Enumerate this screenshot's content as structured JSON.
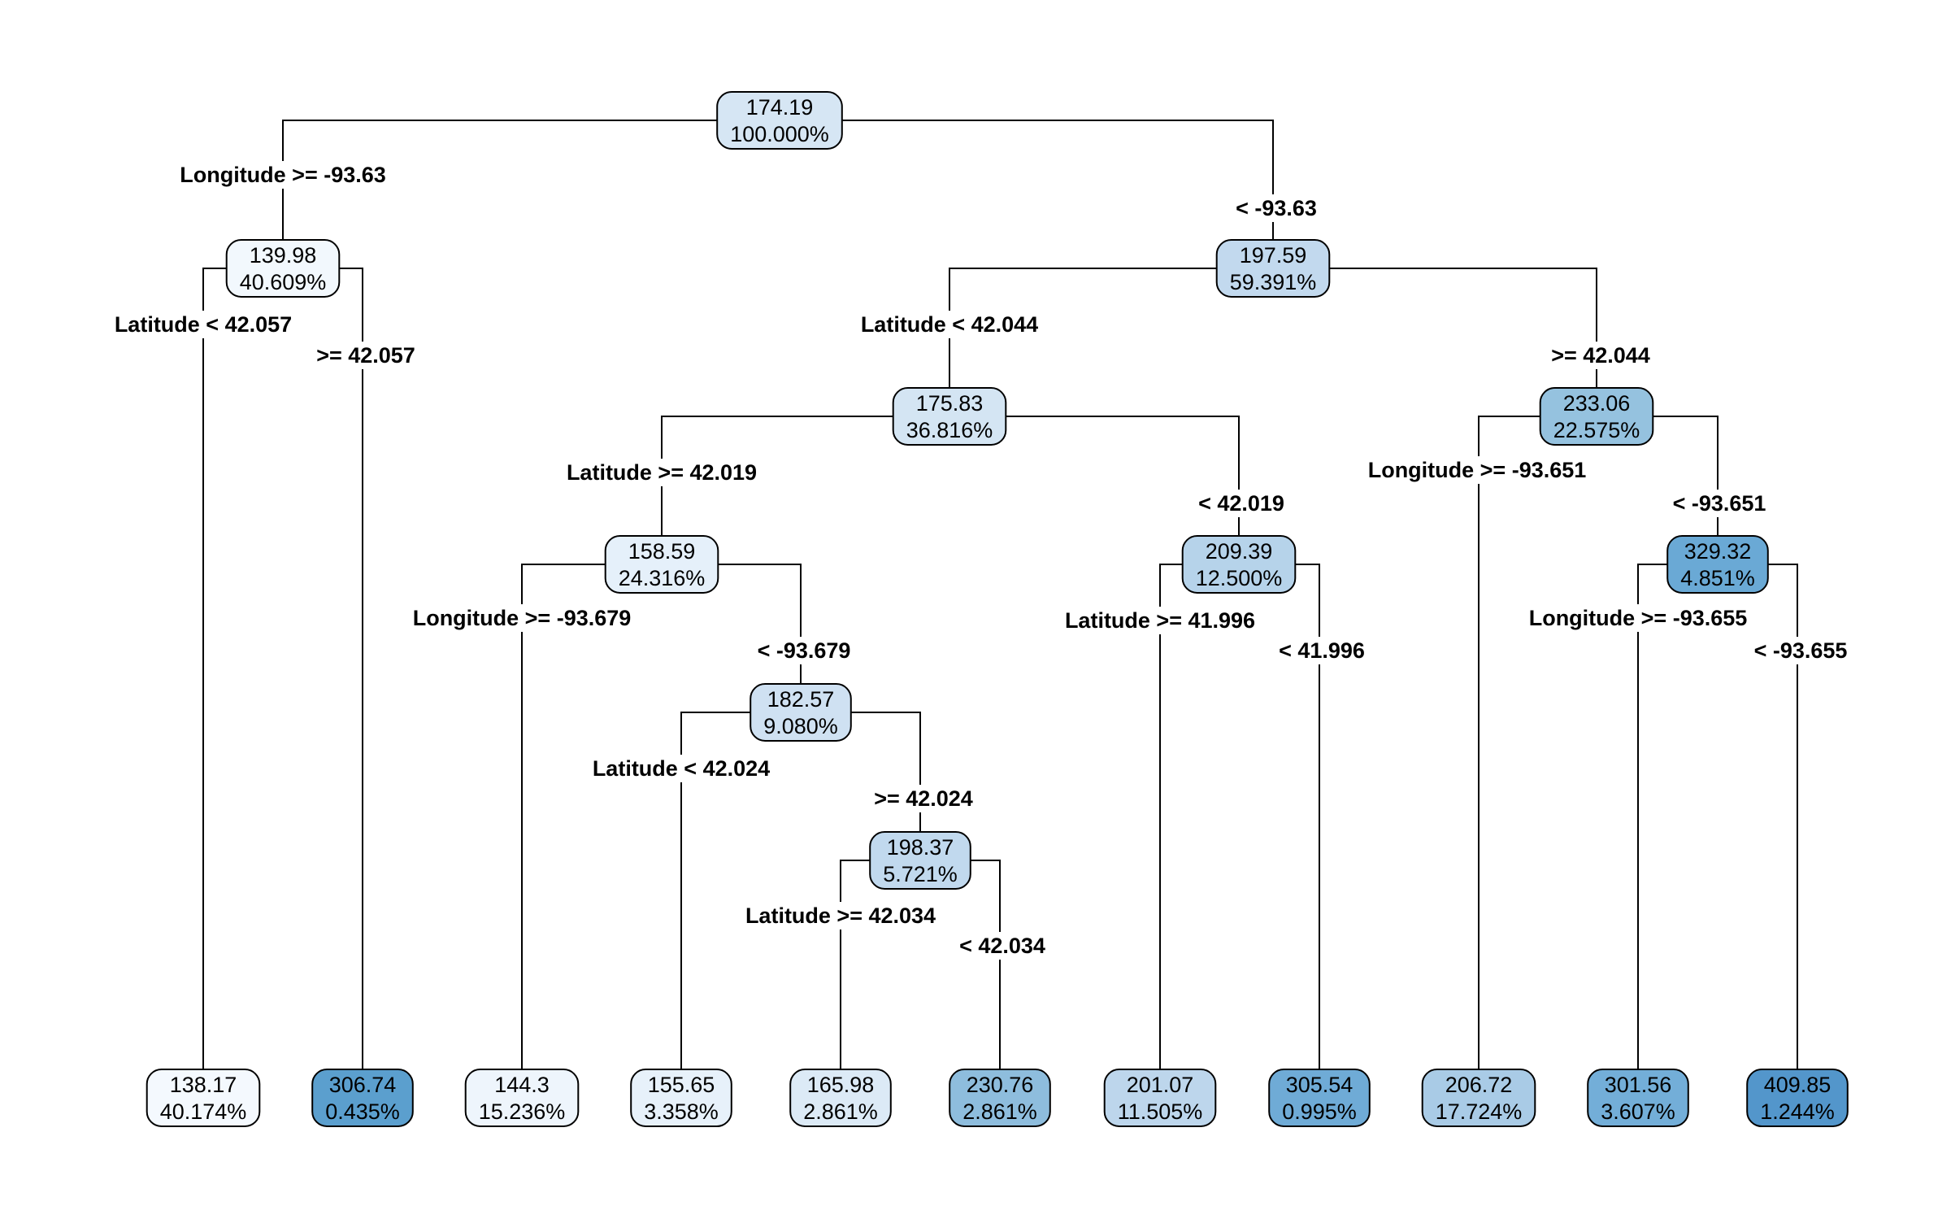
{
  "tree": {
    "nodes": [
      {
        "id": "n0",
        "value": "174.19",
        "percent": "100.000%",
        "color": "#d6e6f4"
      },
      {
        "id": "n1",
        "value": "139.98",
        "percent": "40.609%",
        "color": "#f2f8fd"
      },
      {
        "id": "n2",
        "value": "197.59",
        "percent": "59.391%",
        "color": "#c2d9ee"
      },
      {
        "id": "n3",
        "value": "175.83",
        "percent": "36.816%",
        "color": "#d4e5f3"
      },
      {
        "id": "n4",
        "value": "233.06",
        "percent": "22.575%",
        "color": "#95c2df"
      },
      {
        "id": "n5",
        "value": "158.59",
        "percent": "24.316%",
        "color": "#e5f0fa"
      },
      {
        "id": "n6",
        "value": "209.39",
        "percent": "12.500%",
        "color": "#b6d3ea"
      },
      {
        "id": "n7",
        "value": "329.32",
        "percent": "4.851%",
        "color": "#6aa9d5"
      },
      {
        "id": "n8",
        "value": "182.57",
        "percent": "9.080%",
        "color": "#cfe1f2"
      },
      {
        "id": "n9",
        "value": "198.37",
        "percent": "5.721%",
        "color": "#c1d9ee"
      },
      {
        "id": "l1",
        "value": "138.17",
        "percent": "40.174%",
        "color": "#f4f9fe"
      },
      {
        "id": "l2",
        "value": "306.74",
        "percent": "0.435%",
        "color": "#5b9fce"
      },
      {
        "id": "l3",
        "value": "144.3",
        "percent": "15.236%",
        "color": "#eef5fc"
      },
      {
        "id": "l4",
        "value": "155.65",
        "percent": "3.358%",
        "color": "#e7f1fa"
      },
      {
        "id": "l5",
        "value": "165.98",
        "percent": "2.861%",
        "color": "#dceaf6"
      },
      {
        "id": "l6",
        "value": "230.76",
        "percent": "2.861%",
        "color": "#8ebddd"
      },
      {
        "id": "l7",
        "value": "201.07",
        "percent": "11.505%",
        "color": "#bdd6ec"
      },
      {
        "id": "l8",
        "value": "305.54",
        "percent": "0.995%",
        "color": "#6fabd6"
      },
      {
        "id": "l9",
        "value": "206.72",
        "percent": "17.724%",
        "color": "#a9cbe6"
      },
      {
        "id": "l10",
        "value": "301.56",
        "percent": "3.607%",
        "color": "#73aed8"
      },
      {
        "id": "l11",
        "value": "409.85",
        "percent": "1.244%",
        "color": "#5396cb"
      }
    ],
    "edges": [
      {
        "id": "e1",
        "parent": "n0",
        "child": "n1",
        "label": "Longitude >= -93.63"
      },
      {
        "id": "e2",
        "parent": "n0",
        "child": "n2",
        "label": "< -93.63"
      },
      {
        "id": "e3",
        "parent": "n1",
        "child": "l1",
        "label": "Latitude < 42.057"
      },
      {
        "id": "e4",
        "parent": "n1",
        "child": "l2",
        "label": ">= 42.057"
      },
      {
        "id": "e5",
        "parent": "n2",
        "child": "n3",
        "label": "Latitude < 42.044"
      },
      {
        "id": "e6",
        "parent": "n2",
        "child": "n4",
        "label": ">= 42.044"
      },
      {
        "id": "e7",
        "parent": "n3",
        "child": "n5",
        "label": "Latitude >= 42.019"
      },
      {
        "id": "e8",
        "parent": "n3",
        "child": "n6",
        "label": "< 42.019"
      },
      {
        "id": "e9",
        "parent": "n4",
        "child": "l9",
        "label": "Longitude >= -93.651"
      },
      {
        "id": "e10",
        "parent": "n4",
        "child": "n7",
        "label": "< -93.651"
      },
      {
        "id": "e11",
        "parent": "n5",
        "child": "l3",
        "label": "Longitude >= -93.679"
      },
      {
        "id": "e12",
        "parent": "n5",
        "child": "n8",
        "label": "< -93.679"
      },
      {
        "id": "e13",
        "parent": "n6",
        "child": "l7",
        "label": "Latitude >= 41.996"
      },
      {
        "id": "e14",
        "parent": "n6",
        "child": "l8",
        "label": "< 41.996"
      },
      {
        "id": "e15",
        "parent": "n7",
        "child": "l10",
        "label": "Longitude >= -93.655"
      },
      {
        "id": "e16",
        "parent": "n7",
        "child": "l11",
        "label": "< -93.655"
      },
      {
        "id": "e17",
        "parent": "n8",
        "child": "l4",
        "label": "Latitude < 42.024"
      },
      {
        "id": "e18",
        "parent": "n8",
        "child": "n9",
        "label": ">= 42.024"
      },
      {
        "id": "e19",
        "parent": "n9",
        "child": "l5",
        "label": "Latitude >= 42.034"
      },
      {
        "id": "e20",
        "parent": "n9",
        "child": "l6",
        "label": "< 42.034"
      }
    ]
  }
}
